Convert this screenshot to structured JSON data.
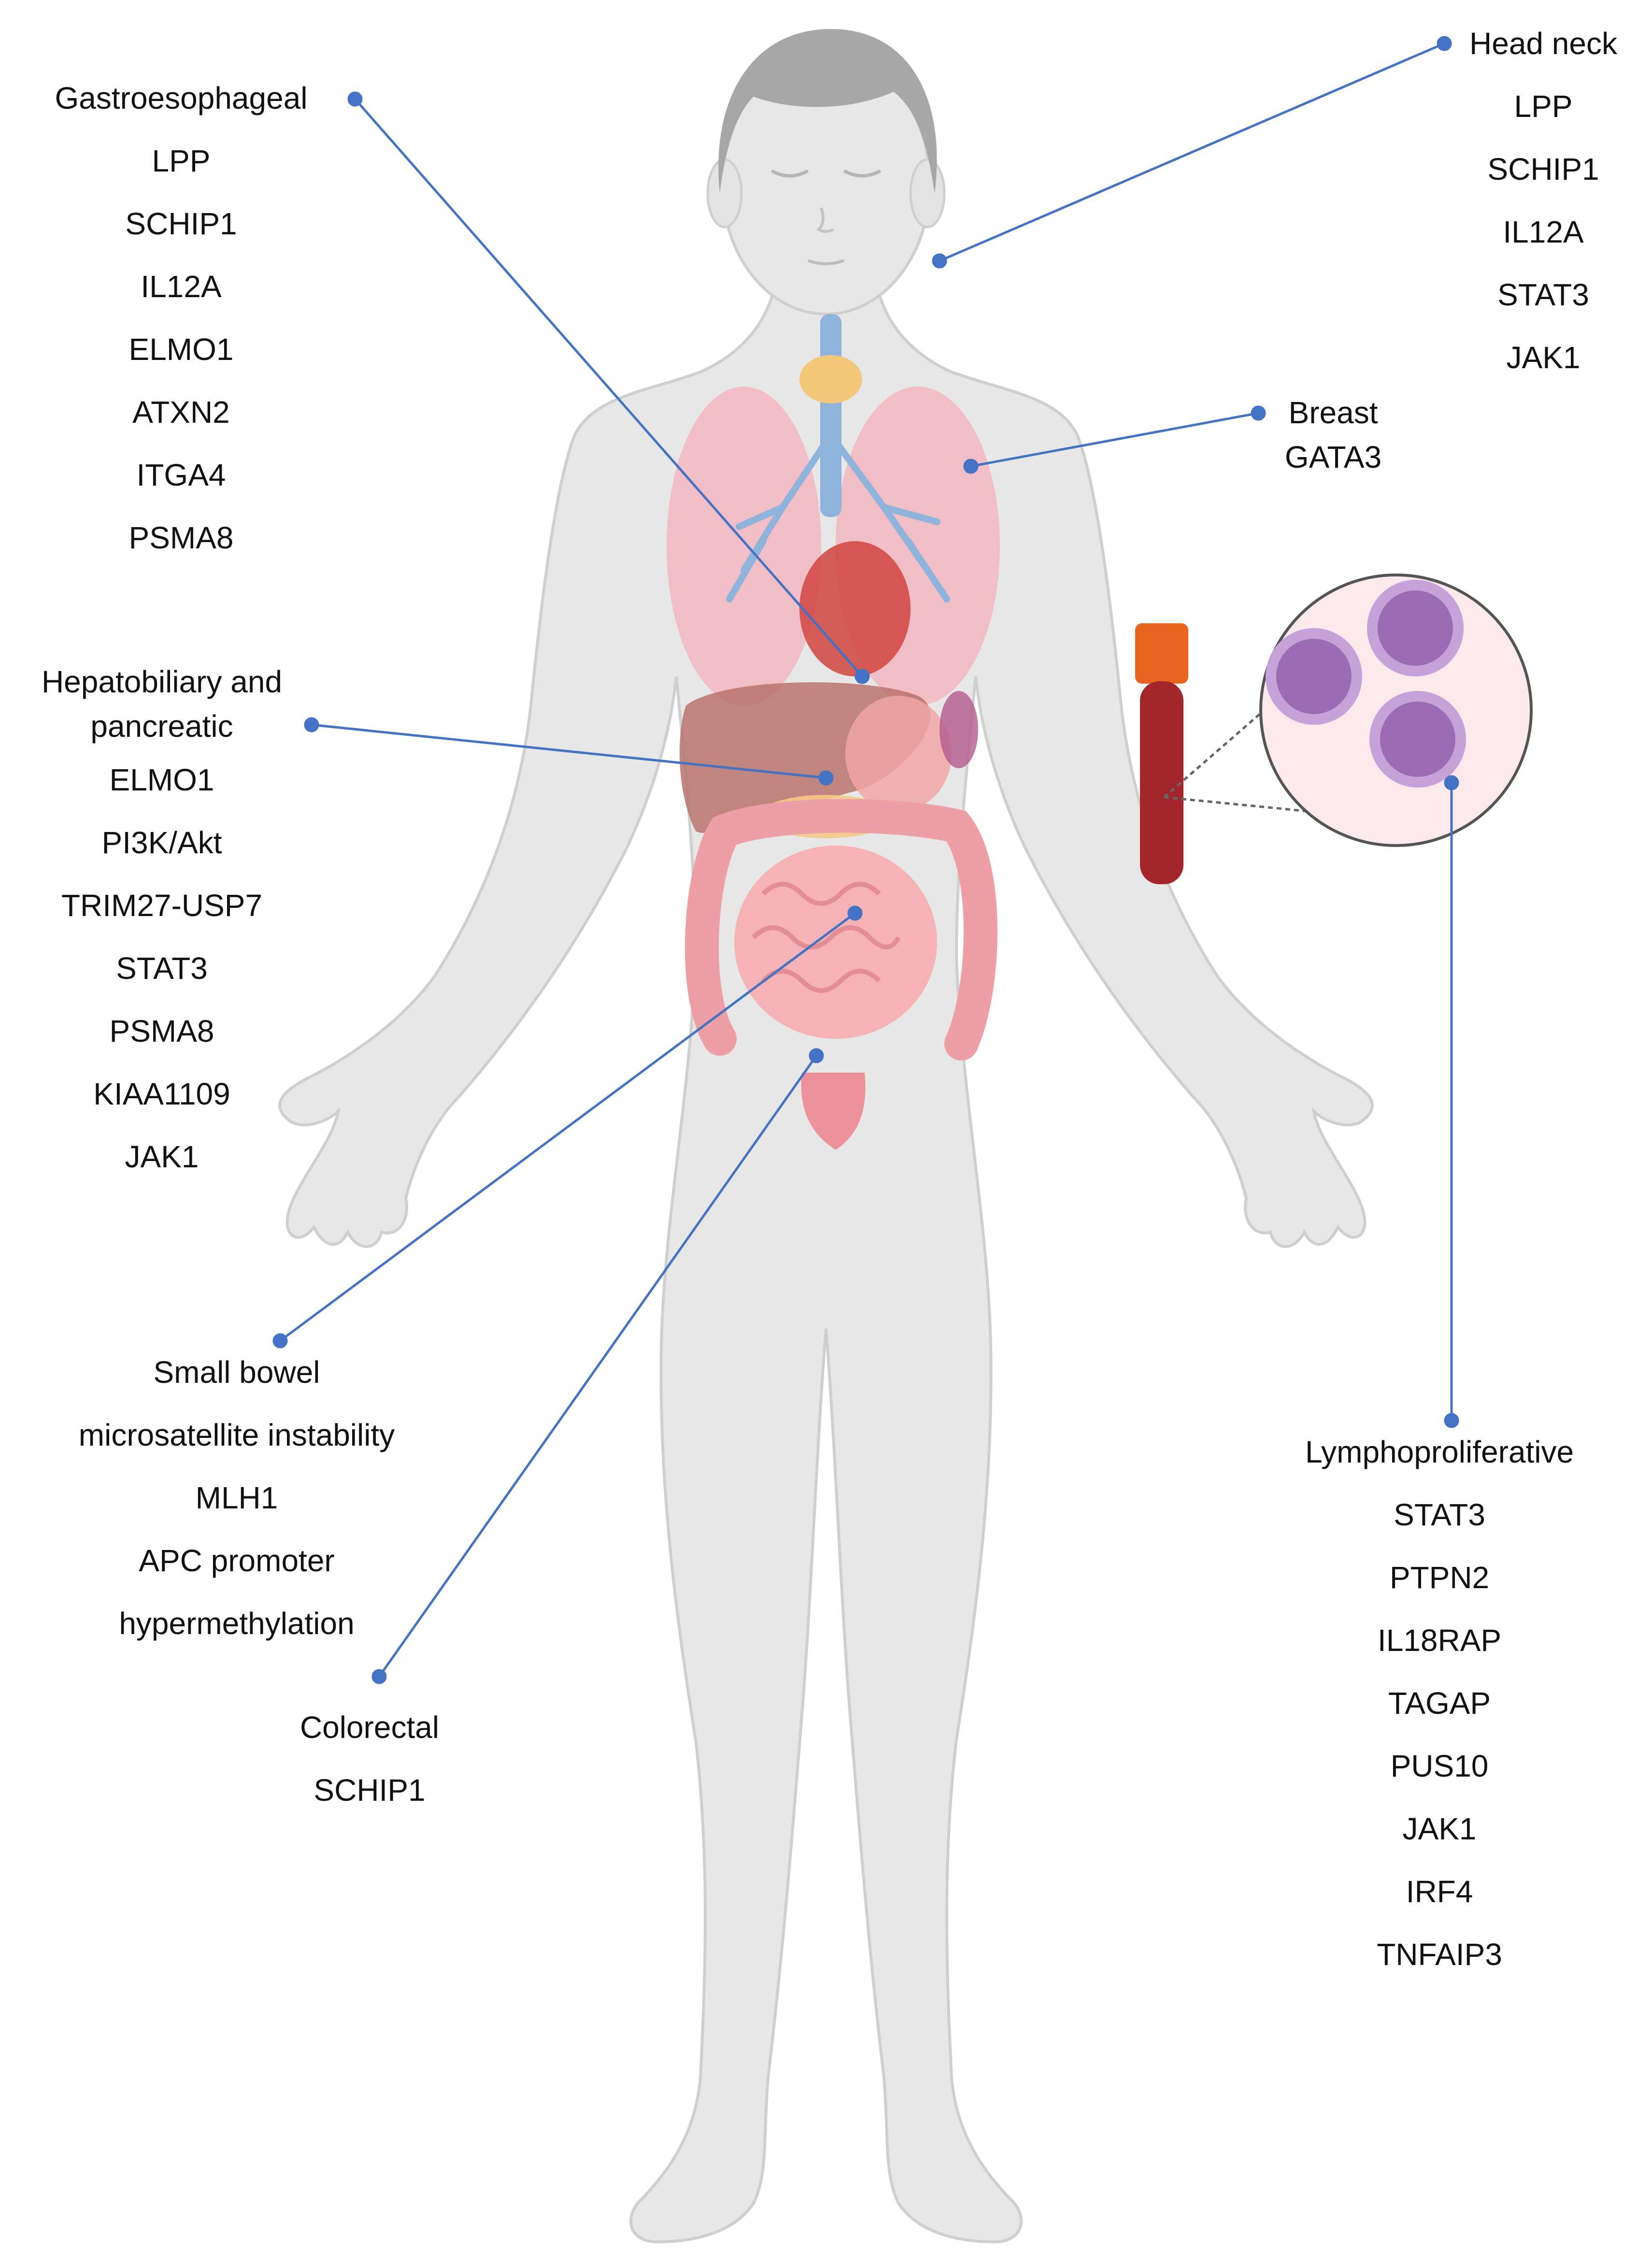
{
  "colors": {
    "leader_line": "#4472c4",
    "body_fill": "#e7e7e7",
    "body_stroke": "#cfcfcf",
    "hair": "#a7a7a7",
    "lung": "#f2b8c2",
    "liver": "#b9736b",
    "intestine": "#ee9fa5",
    "airway": "#8fb4dc",
    "thyroid": "#f4c87a",
    "tube_blood": "#a3262c",
    "tube_cap": "#e8641f",
    "cell": "#9b6bb3",
    "magnifier_bg": "#fbe9ec"
  },
  "groups": {
    "gastroesophageal": {
      "title": "Gastroesophageal",
      "items": [
        "LPP",
        "SCHIP1",
        "IL12A",
        "ELMO1",
        "ATXN2",
        "ITGA4",
        "PSMA8"
      ]
    },
    "head_neck": {
      "title": "Head neck",
      "items": [
        "LPP",
        "SCHIP1",
        "IL12A",
        "STAT3",
        "JAK1"
      ]
    },
    "breast": {
      "title": "Breast",
      "items": [
        "GATA3"
      ]
    },
    "hepatobiliary": {
      "title_lines": [
        "Hepatobiliary and",
        "pancreatic"
      ],
      "items": [
        "ELMO1",
        "PI3K/Akt",
        "TRIM27-USP7",
        "STAT3",
        "PSMA8",
        "KIAA1109",
        "JAK1"
      ]
    },
    "small_bowel": {
      "title": "Small bowel",
      "items": [
        "microsatellite instability",
        "MLH1",
        "APC promoter",
        "hypermethylation"
      ]
    },
    "colorectal": {
      "title": "Colorectal",
      "items": [
        "SCHIP1"
      ]
    },
    "lymphoproliferative": {
      "title": "Lymphoproliferative",
      "items": [
        "STAT3",
        "PTPN2",
        "IL18RAP",
        "TAGAP",
        "PUS10",
        "JAK1",
        "IRF4",
        "TNFAIP3"
      ]
    }
  }
}
